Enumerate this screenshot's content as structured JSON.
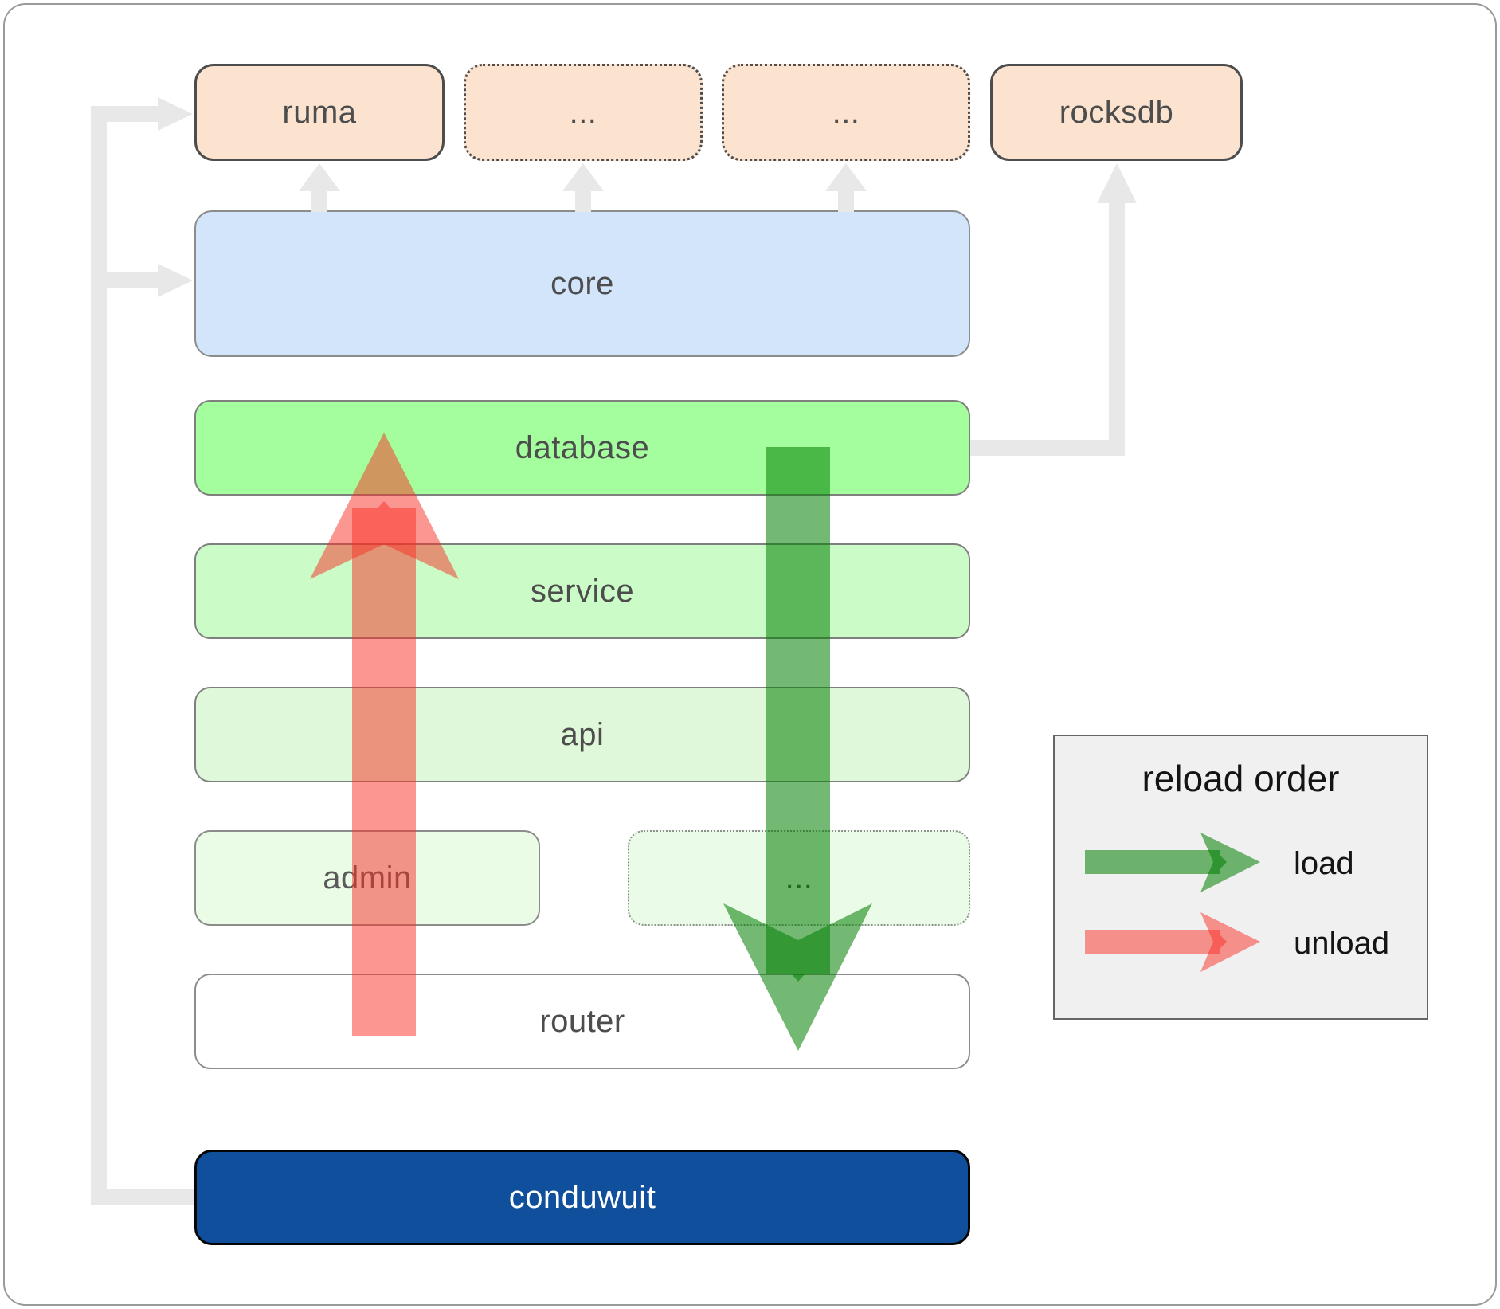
{
  "diagram": {
    "top_row": {
      "ruma": "ruma",
      "more_1": "...",
      "more_2": "...",
      "rocksdb": "rocksdb"
    },
    "layers": {
      "core": "core",
      "database": "database",
      "service": "service",
      "api": "api",
      "admin": "admin",
      "admin_more": "...",
      "router": "router",
      "conduwuit": "conduwuit"
    }
  },
  "legend": {
    "title": "reload order",
    "load_label": "load",
    "unload_label": "unload"
  },
  "colors": {
    "load_green": "#007d00",
    "unload_red": "#fa2d23",
    "connector_gray": "#e8e8e8",
    "peach_fill": "#fce3d0",
    "core_blue": "#d2e5fb",
    "database_green": "#a4fe9d",
    "service_green": "#cbfcc8",
    "api_green": "#dff8d9",
    "admin_green": "#eafbe6",
    "conduwuit_blue": "#0f4f9c",
    "legend_bg": "#f0f0f0"
  }
}
